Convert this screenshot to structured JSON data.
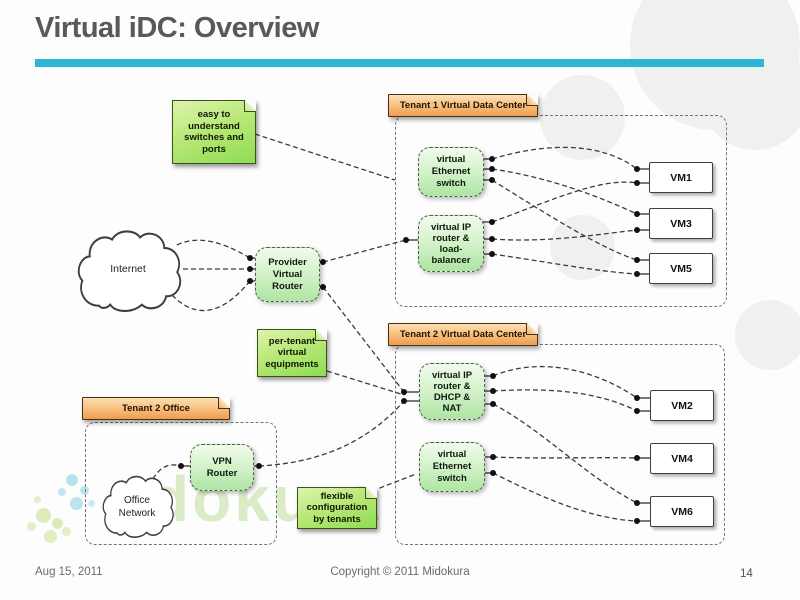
{
  "title": "Virtual iDC: Overview",
  "footer": {
    "date": "Aug 15, 2011",
    "copyright": "Copyright © 2011 Midokura",
    "page": "14"
  },
  "watermark": {
    "text": "dokura"
  },
  "diagram": {
    "internet_label": "Internet",
    "provider_router_label": "Provider\nVirtual\nRouter",
    "notes": {
      "switches": "easy to\nunderstand\nswitches and\nports",
      "equipments": "per-tenant\nvirtual\nequipments",
      "config": "flexible\nconfiguration\nby tenants"
    },
    "tenant1": {
      "title": "Tenant 1 Virtual Data Center",
      "switch_label": "virtual\nEthernet\nswitch",
      "router_label": "virtual IP\nrouter &\nload-\nbalancer",
      "vms": [
        "VM1",
        "VM3",
        "VM5"
      ]
    },
    "tenant2": {
      "title": "Tenant 2 Virtual Data Center",
      "router_label": "virtual IP\nrouter &\nDHCP &\nNAT",
      "switch_label": "virtual\nEthernet\nswitch",
      "vms": [
        "VM2",
        "VM4",
        "VM6"
      ]
    },
    "office": {
      "title": "Tenant 2 Office",
      "cloud_label": "Office\nNetwork",
      "vpn_label": "VPN\nRouter"
    }
  },
  "colors": {
    "accent_bar": "#2bb6d6",
    "note_green": "#8edd52",
    "box_green": "#c9efc0",
    "header_orange": "#f4a85c"
  }
}
